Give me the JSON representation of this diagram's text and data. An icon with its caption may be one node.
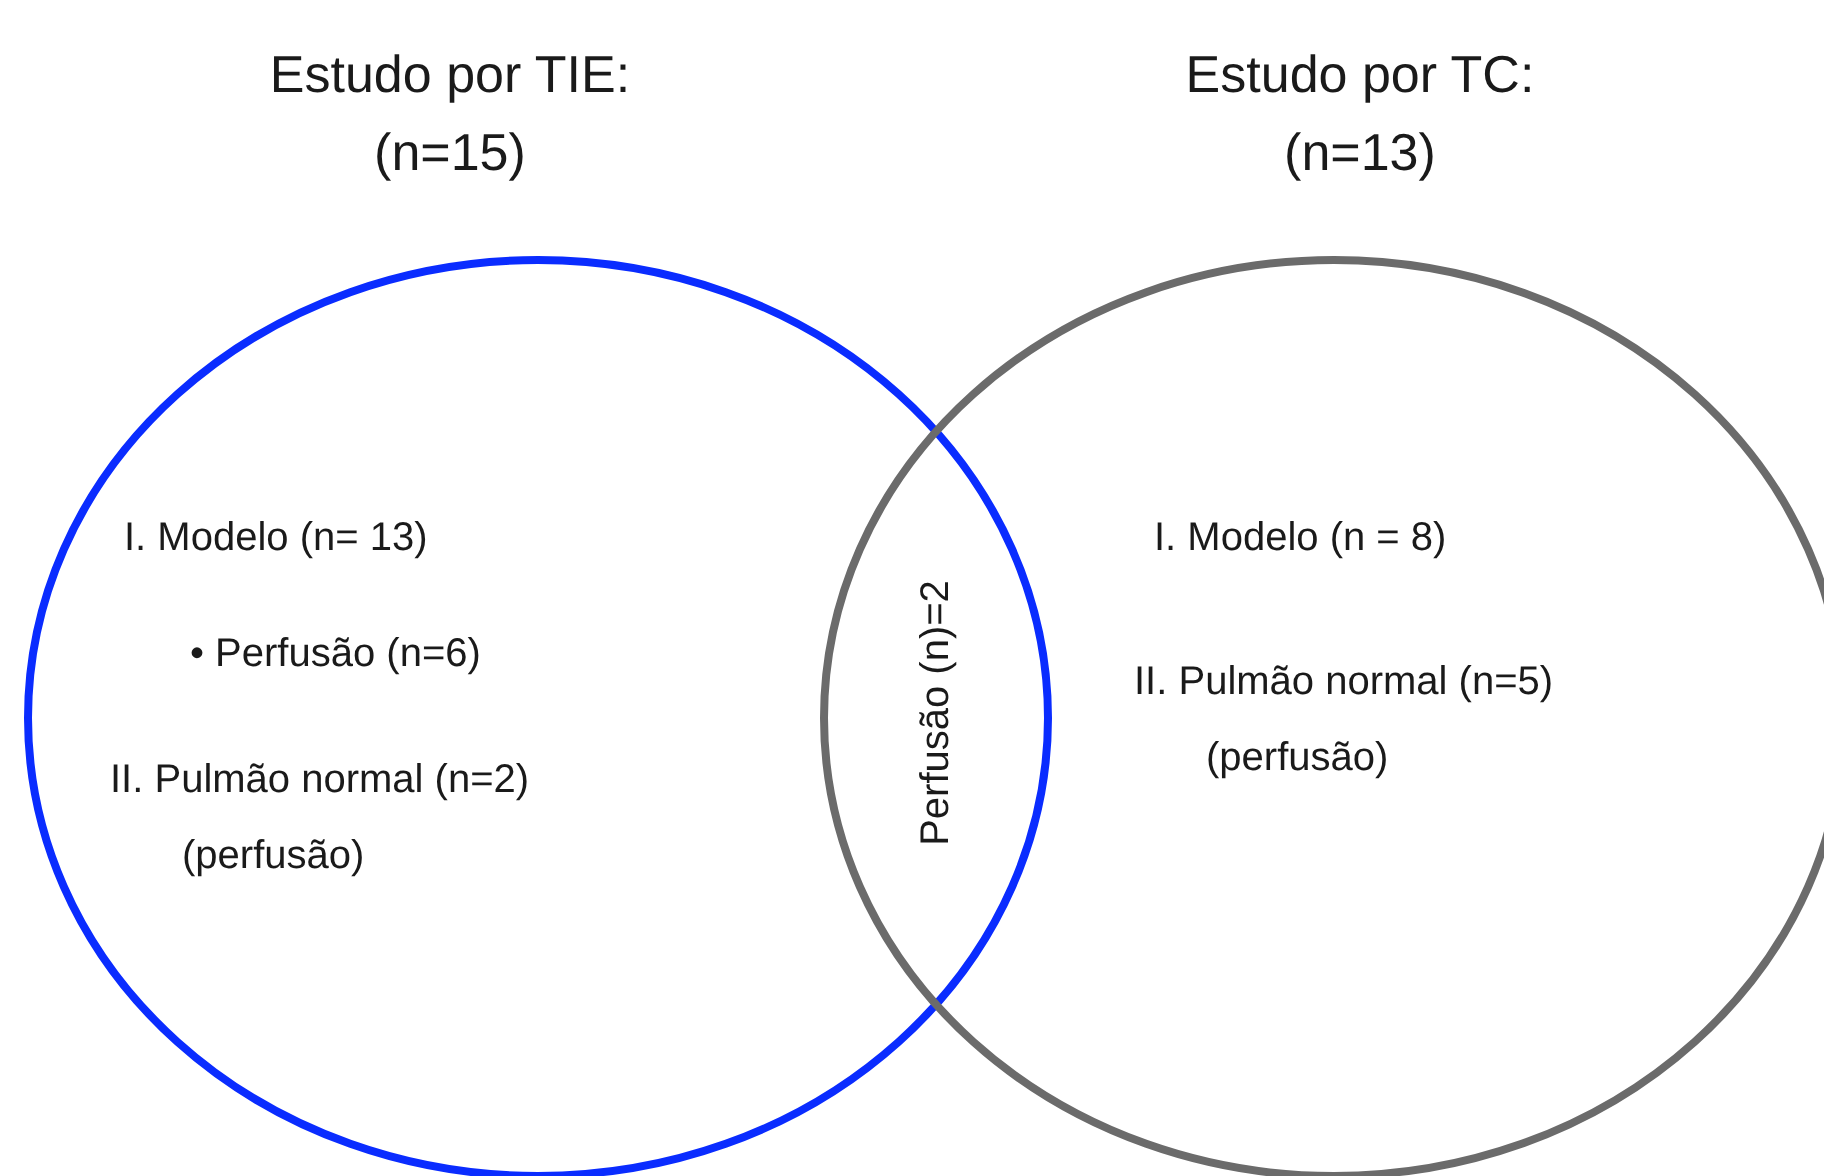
{
  "diagram": {
    "nodes": [
      {
        "text": [
          "Estudo por TIE: (n=15)",
          "I. Modelo (n= 13)",
          "• Perfusão (n=6)",
          "II. Pulmão normal (n=2) (perfusão)"
        ]
      },
      {
        "text": [
          "Estudo por TC: (n=13)",
          "I. Modelo (n = 8)",
          "II. Pulmão normal (n=5) (perfusão)"
        ]
      }
    ],
    "labels": [
      "Perfusão (n)=2"
    ]
  }
}
